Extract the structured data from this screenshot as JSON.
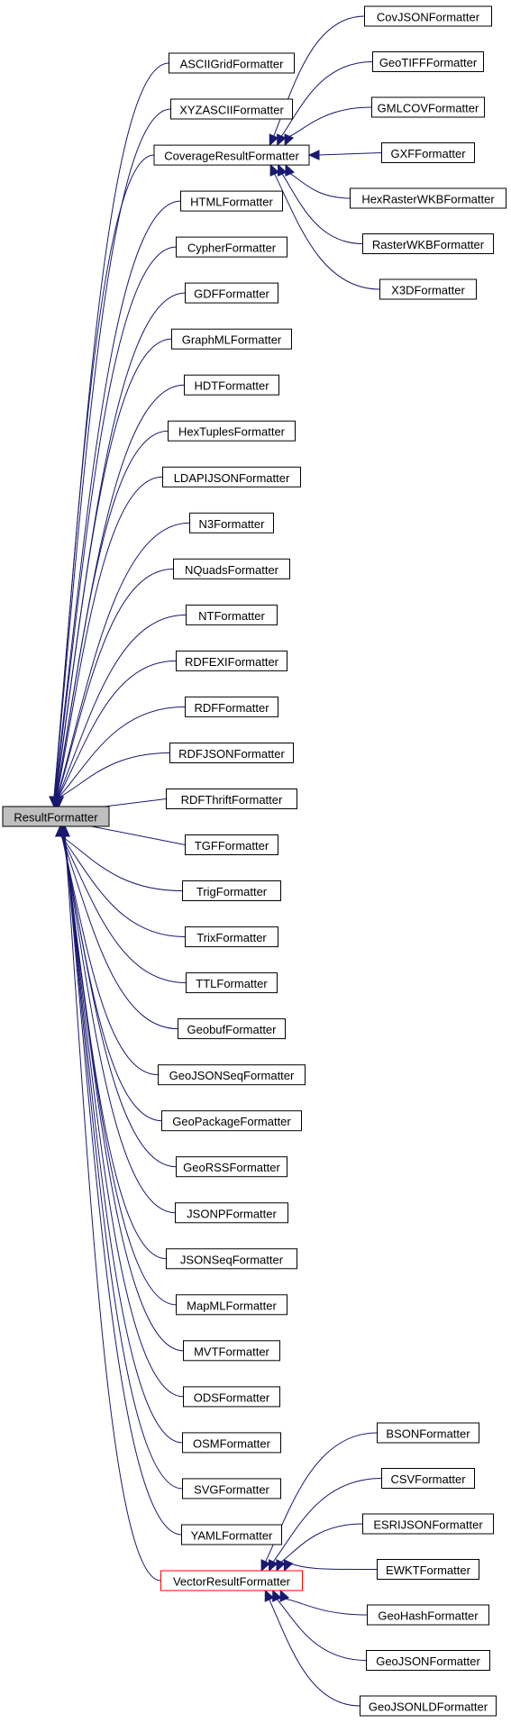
{
  "root": "ResultFormatter",
  "direct_children": [
    "ASCIIGridFormatter",
    "XYZASCIIFormatter",
    "CoverageResultFormatter",
    "HTMLFormatter",
    "CypherFormatter",
    "GDFFormatter",
    "GraphMLFormatter",
    "HDTFormatter",
    "HexTuplesFormatter",
    "LDAPIJSONFormatter",
    "N3Formatter",
    "NQuadsFormatter",
    "NTFormatter",
    "RDFEXIFormatter",
    "RDFFormatter",
    "RDFJSONFormatter",
    "RDFThriftFormatter",
    "TGFFormatter",
    "TrigFormatter",
    "TrixFormatter",
    "TTLFormatter",
    "GeobufFormatter",
    "GeoJSONSeqFormatter",
    "GeoPackageFormatter",
    "GeoRSSFormatter",
    "JSONPFormatter",
    "JSONSeqFormatter",
    "MapMLFormatter",
    "MVTFormatter",
    "ODSFormatter",
    "OSMFormatter",
    "SVGFormatter",
    "YAMLFormatter",
    "VectorResultFormatter"
  ],
  "coverage_children": [
    "CovJSONFormatter",
    "GeoTIFFFormatter",
    "GMLCOVFormatter",
    "GXFFormatter",
    "HexRasterWKBFormatter",
    "RasterWKBFormatter",
    "X3DFormatter"
  ],
  "vector_children": [
    "BSONFormatter",
    "CSVFormatter",
    "ESRIJSONFormatter",
    "EWKTFormatter",
    "GeoHashFormatter",
    "GeoJSONFormatter",
    "GeoJSONLDFormatter"
  ],
  "highlighted": "VectorResultFormatter",
  "colors": {
    "edge": "#191970",
    "root_fill": "#bfbfbf",
    "highlight_border": "#ff0000"
  }
}
